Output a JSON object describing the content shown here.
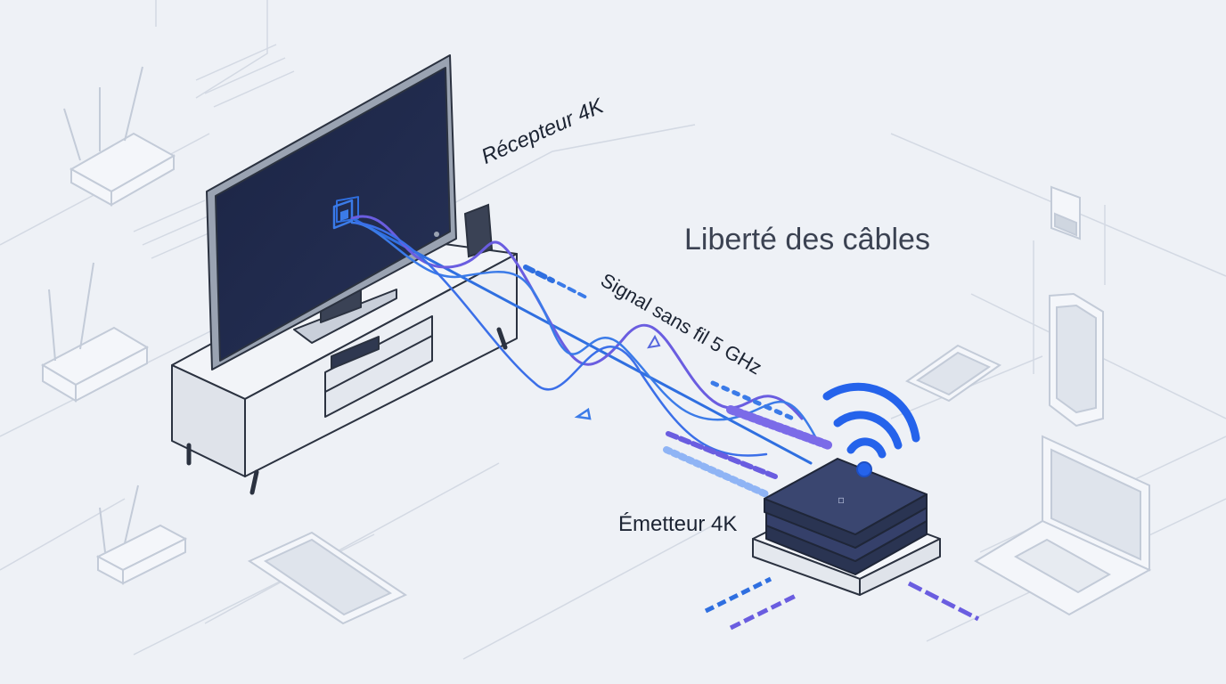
{
  "diagram": {
    "title": "Liberté des câbles",
    "receiver_label": "Récepteur 4K",
    "signal_label": "Signal sans fil 5 GHz",
    "emitter_label": "Émetteur 4K"
  },
  "colors": {
    "background": "#eef1f6",
    "outline": "#c9d1dd",
    "screen": "#1e2747",
    "signal_blue": "#2f6fe0",
    "signal_purple": "#6a5de0",
    "console": "#3a4670",
    "wifi_blue": "#2563eb"
  },
  "icons": [
    "router-icon",
    "tablet-icon",
    "smartphone-icon",
    "laptop-icon",
    "wifi-icon",
    "tv-icon",
    "game-console-icon"
  ]
}
